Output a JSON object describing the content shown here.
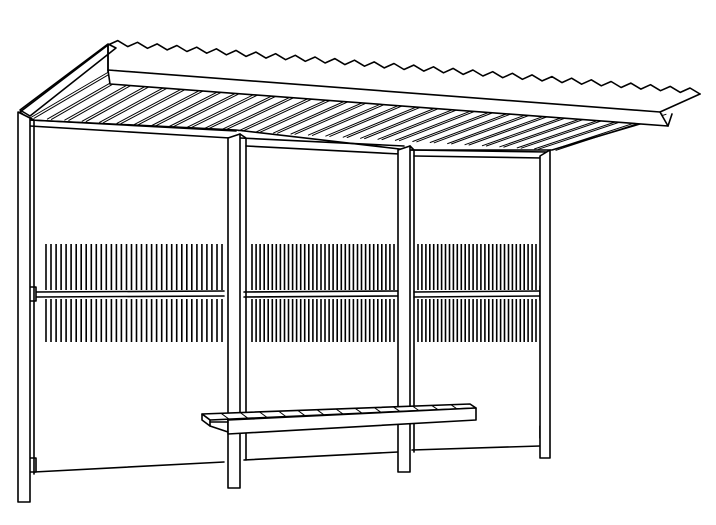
{
  "scene": {
    "subject": "bus-shelter",
    "line_color": "#000000",
    "background_color": "#ffffff",
    "roof_slat_count": 30,
    "bench_slat_count": 14,
    "glass_bays": [
      {
        "bay": "left",
        "stripe_count": 36
      },
      {
        "bay": "middle",
        "stripe_count": 36
      },
      {
        "bay": "right",
        "stripe_count": 31
      }
    ]
  }
}
